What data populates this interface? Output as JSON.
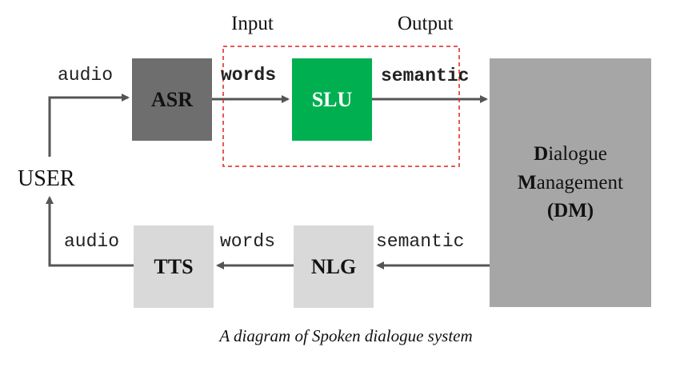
{
  "labels": {
    "input": "Input",
    "output": "Output",
    "user": "USER",
    "caption": "A diagram of Spoken dialogue system"
  },
  "boxes": {
    "asr": "ASR",
    "slu": "SLU",
    "tts": "TTS",
    "nlg": "NLG",
    "dm": {
      "line1_initial": "D",
      "line1_rest": "ialogue",
      "line2_initial": "M",
      "line2_rest": "anagement",
      "line3": "(DM)"
    }
  },
  "edges": {
    "user_to_asr": "audio",
    "asr_to_slu": "words",
    "slu_to_dm": "semantic",
    "dm_to_nlg": "semantic",
    "nlg_to_tts": "words",
    "tts_to_user": "audio"
  },
  "colors": {
    "asr": "#6e6e6e",
    "slu": "#00b050",
    "tts": "#d9d9d9",
    "nlg": "#d9d9d9",
    "dm": "#a6a6a6",
    "arrow": "#555555",
    "highlight_border": "#e02020"
  }
}
